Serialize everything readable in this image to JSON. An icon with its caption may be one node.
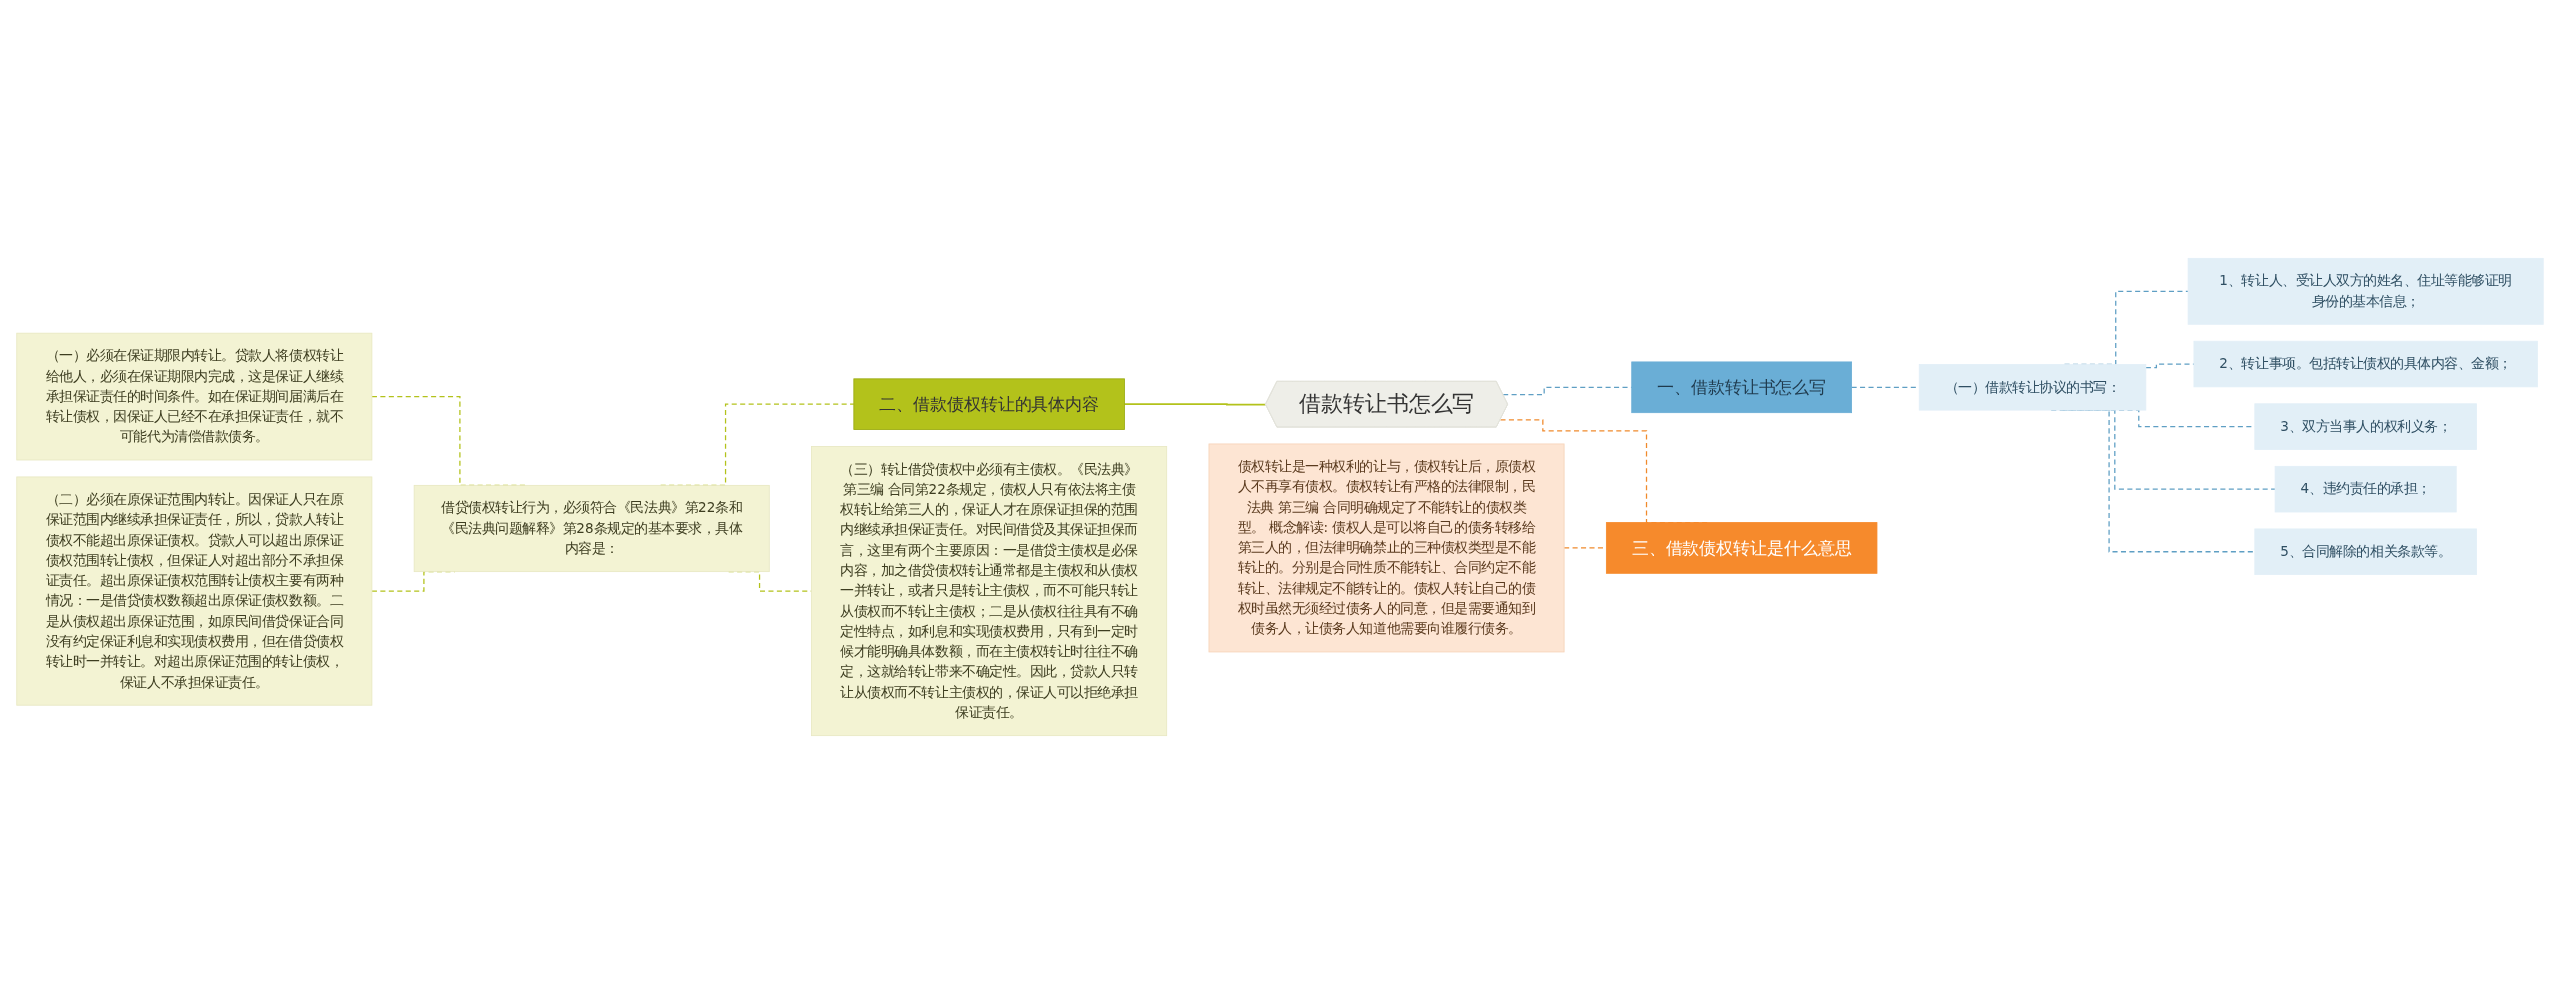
{
  "diagram": {
    "nodes": [
      {
        "text": [
          "借款转让书怎么写"
        ]
      },
      {
        "text": [
          "一、借款转让书怎么写"
        ]
      },
      {
        "text": [
          "（一）借款转让协议的书写："
        ]
      },
      {
        "text": [
          "1、转让人、受让人双方的姓名、住址等能够证明身份的基本信息；"
        ]
      },
      {
        "text": [
          "2、转让事项。包括转让债权的具体内容、金额；"
        ]
      },
      {
        "text": [
          "3、双方当事人的权利义务；"
        ]
      },
      {
        "text": [
          "4、违约责任的承担；"
        ]
      },
      {
        "text": [
          "5、合同解除的相关条款等。"
        ]
      },
      {
        "text": [
          "三、借款债权转让是什么意思"
        ]
      },
      {
        "text": [
          "债权转让是一种权利的让与，债权转让后，原债权人不再享有债权。债权转让有严格的法律限制，民法典 第三编 合同明确规定了不能转让的债权类型。 概念解读: 债权人是可以将自己的债务转移给第三人的，但法律明确禁止的三种债权类型是不能转让的。分别是合同性质不能转让、合同约定不能转让、法律规定不能转让的。债权人转让自己的债权时虽然无须经过债务人的同意，但是需要通知到债务人，让债务人知道他需要向谁履行债务。"
        ]
      },
      {
        "text": [
          "二、借款债权转让的具体内容"
        ]
      },
      {
        "text": [
          "借贷债权转让行为，必须符合《民法典》第22条和《民法典问题解释》第28条规定的基本要求，具体内容是："
        ]
      },
      {
        "text": [
          "（一）必须在保证期限内转让。贷款人将债权转让给他人，必须在保证期限内完成，这是保证人继续承担保证责任的时间条件。如在保证期间届满后在转让债权，因保证人已经不在承担保证责任，就不可能代为清偿借款债务。"
        ]
      },
      {
        "text": [
          "（二）必须在原保证范围内转让。因保证人只在原保证范围内继续承担保证责任，所以，贷款人转让债权不能超出原保证债权。贷款人可以超出原保证债权范围转让债权，但保证人对超出部分不承担保证责任。超出原保证债权范围转让债权主要有两种情况：一是借贷债权数额超出原保证债权数额。二是从债权超出原保证范围，如原民间借贷保证合同没有约定保证利息和实现债权费用，但在借贷债权转让时一并转让。对超出原保证范围的转让债权，保证人不承担保证责任。"
        ]
      },
      {
        "text": [
          "（三）转让借贷债权中必须有主债权。《民法典》第三编 合同第22条规定，债权人只有依法将主债权转让给第三人的，保证人才在原保证担保的范围内继续承担保证责任。对民间借贷及其保证担保而言，这里有两个主要原因：一是借贷主债权是必保内容，加之借贷债权转让通常都是主债权和从债权一并转让，或者只是转让主债权，而不可能只转让从债权而不转让主债权；二是从债权往往具有不确定性特点，如利息和实现债权费用，只有到一定时候才能明确具体数额，而在主债权转让时往往不确定，这就给转让带来不确定性。因此，贷款人只转让从债权而不转让主债权的，保证人可以拒绝承担保证责任。"
        ]
      }
    ],
    "edges": [
      {
        "from": 0,
        "to": 1,
        "arrow": "none",
        "style": "dashed"
      },
      {
        "from": 1,
        "to": 2,
        "arrow": "none",
        "style": "dashed"
      },
      {
        "from": 2,
        "to": 3,
        "arrow": "none",
        "style": "dashed"
      },
      {
        "from": 2,
        "to": 4,
        "arrow": "none",
        "style": "dashed"
      },
      {
        "from": 2,
        "to": 5,
        "arrow": "none",
        "style": "dashed"
      },
      {
        "from": 2,
        "to": 6,
        "arrow": "none",
        "style": "dashed"
      },
      {
        "from": 2,
        "to": 7,
        "arrow": "none",
        "style": "dashed"
      },
      {
        "from": 0,
        "to": 8,
        "arrow": "none",
        "style": "dashed",
        "color": "#f08a2c"
      },
      {
        "from": 8,
        "to": 9,
        "arrow": "none",
        "style": "dashed",
        "color": "#f08a2c"
      },
      {
        "from": 0,
        "to": 10,
        "arrow": "none",
        "color": "#b3c21b"
      },
      {
        "from": 10,
        "to": 11,
        "arrow": "none",
        "style": "dashed",
        "color": "#b3c21b"
      },
      {
        "from": 11,
        "to": 12,
        "arrow": "none",
        "style": "dashed",
        "color": "#b3c21b"
      },
      {
        "from": 11,
        "to": 13,
        "arrow": "none",
        "style": "dashed",
        "color": "#b3c21b"
      },
      {
        "from": 11,
        "to": 14,
        "arrow": "none",
        "style": "dashed",
        "color": "#b3c21b"
      }
    ]
  }
}
